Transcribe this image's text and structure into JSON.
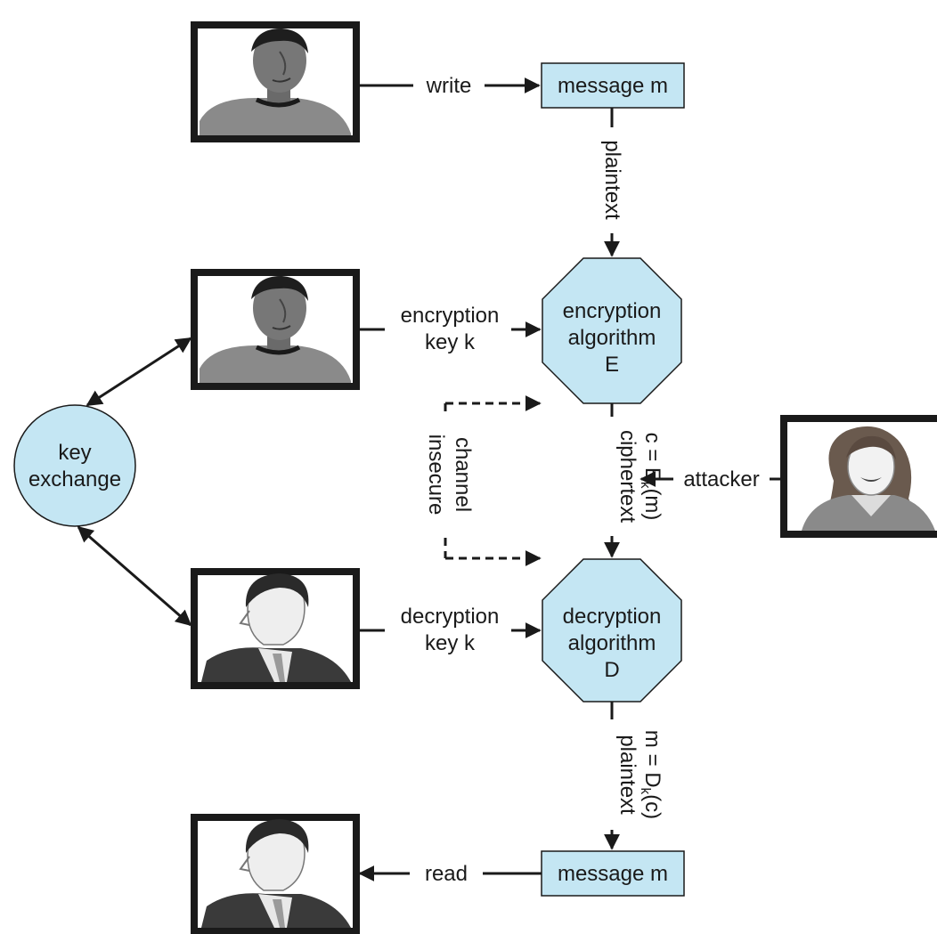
{
  "colors": {
    "node_fill": "#c4e6f3",
    "stroke": "#1a1a1a",
    "dashed_stroke": "#1a1a1a",
    "frame": "#1a1a1a"
  },
  "nodes": {
    "message_top": "message m",
    "message_bottom": "message m",
    "encryption": [
      "encryption",
      "algorithm",
      "E"
    ],
    "decryption": [
      "decryption",
      "algorithm",
      "D"
    ],
    "key_exchange": [
      "key",
      "exchange"
    ]
  },
  "edge_labels": {
    "write": "write",
    "read": "read",
    "attacker": "attacker",
    "plaintext_top": "plaintext",
    "encryption_key": [
      "encryption",
      "key k"
    ],
    "decryption_key": [
      "decryption",
      "key k"
    ],
    "insecure_channel": [
      "insecure",
      "channel"
    ],
    "ciphertext": {
      "line1": "ciphertext",
      "line2_prefix": "c = E",
      "line2_sub": "k",
      "line2_suffix": "(m)"
    },
    "plaintext_bottom": {
      "line1": "plaintext",
      "line2_prefix": "m = D",
      "line2_sub": "k",
      "line2_suffix": "(c)"
    }
  },
  "portraits": [
    {
      "name": "sender-portrait-top",
      "icon": "man-portrait-icon"
    },
    {
      "name": "sender-portrait-key",
      "icon": "man-portrait-icon"
    },
    {
      "name": "receiver-portrait-key",
      "icon": "businessman-portrait-icon"
    },
    {
      "name": "receiver-portrait-bottom",
      "icon": "businessman-portrait-icon"
    },
    {
      "name": "attacker-portrait",
      "icon": "woman-portrait-icon"
    }
  ]
}
